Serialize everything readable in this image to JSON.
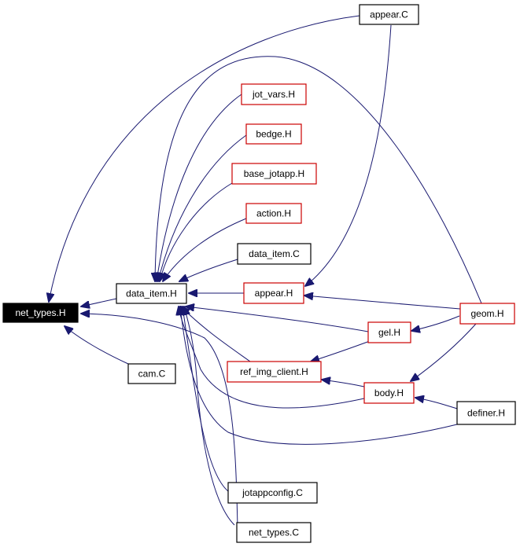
{
  "graph": {
    "nodes": {
      "net_types_h": "net_types.H",
      "data_item_h": "data_item.H",
      "appear_c": "appear.C",
      "jot_vars_h": "jot_vars.H",
      "bedge_h": "bedge.H",
      "base_jotapp_h": "base_jotapp.H",
      "action_h": "action.H",
      "data_item_c": "data_item.C",
      "appear_h": "appear.H",
      "geom_h": "geom.H",
      "gel_h": "gel.H",
      "ref_img_client_h": "ref_img_client.H",
      "cam_c": "cam.C",
      "body_h": "body.H",
      "definer_h": "definer.H",
      "jotappconfig_c": "jotappconfig.C",
      "net_types_c": "net_types.C"
    },
    "colors": {
      "edge": "#191970",
      "plain_border": "#000000",
      "linked_border": "#cc0000",
      "focus_fill": "#000000",
      "focus_text": "#ffffff"
    }
  }
}
